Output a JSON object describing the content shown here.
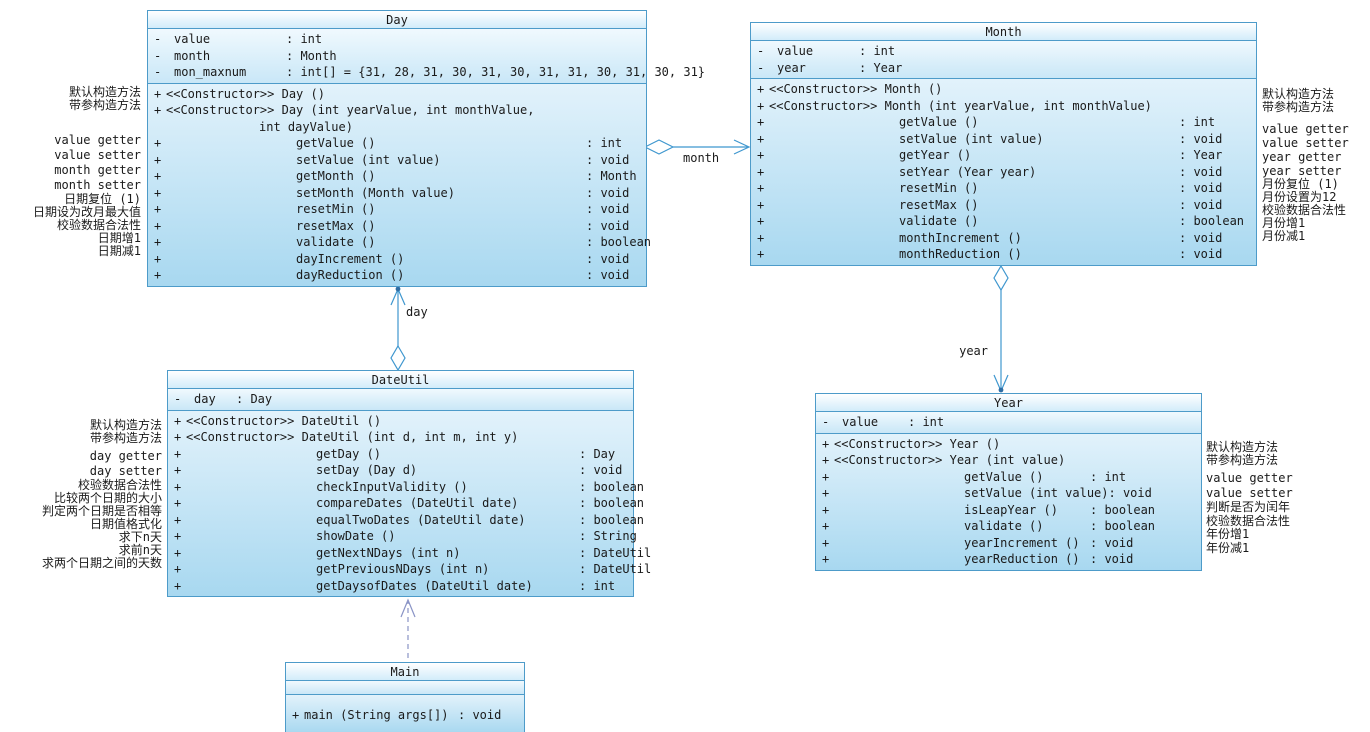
{
  "canvas": {
    "background": "#ffffff",
    "accent": "#4d9bc9",
    "dependency_color": "#8a94c6"
  },
  "classes": {
    "day": {
      "title": "Day",
      "attributes": [
        {
          "v": "-",
          "name": "value",
          "type": ": int",
          "extra": ""
        },
        {
          "v": "-",
          "name": "month",
          "type": ": Month",
          "extra": ""
        },
        {
          "v": "-",
          "name": "mon_maxnum",
          "type": ": int[]",
          "extra": " = {31, 28, 31, 30, 31, 30, 31, 31, 30, 31, 30, 31}"
        }
      ],
      "methods": [
        {
          "v": "+",
          "kind": "c",
          "text": "<<Constructor>> Day ()",
          "ret": ""
        },
        {
          "v": "+",
          "kind": "c",
          "text": "<<Constructor>> Day (int yearValue, int monthValue,",
          "ret": ""
        },
        {
          "v": "",
          "kind": "w",
          "text": "int dayValue)",
          "ret": ""
        },
        {
          "v": "+",
          "kind": "m",
          "text": "getValue ()",
          "ret": ": int"
        },
        {
          "v": "+",
          "kind": "m",
          "text": "setValue (int value)",
          "ret": ": void"
        },
        {
          "v": "+",
          "kind": "m",
          "text": "getMonth ()",
          "ret": ": Month"
        },
        {
          "v": "+",
          "kind": "m",
          "text": "setMonth (Month value)",
          "ret": ": void"
        },
        {
          "v": "+",
          "kind": "m",
          "text": "resetMin ()",
          "ret": ": void"
        },
        {
          "v": "+",
          "kind": "m",
          "text": "resetMax ()",
          "ret": ": void"
        },
        {
          "v": "+",
          "kind": "m",
          "text": "validate ()",
          "ret": ": boolean"
        },
        {
          "v": "+",
          "kind": "m",
          "text": "dayIncrement ()",
          "ret": ": void"
        },
        {
          "v": "+",
          "kind": "m",
          "text": "dayReduction ()",
          "ret": ": void"
        }
      ],
      "left_labels": {
        "g1": [
          "默认构造方法",
          "带参构造方法"
        ],
        "g2": [
          "value getter",
          "value setter",
          "month getter",
          "month setter"
        ],
        "g3": [
          "日期复位 (1)",
          "日期设为改月最大值",
          "校验数据合法性",
          "日期增1",
          "日期减1"
        ]
      }
    },
    "month": {
      "title": "Month",
      "attributes": [
        {
          "v": "-",
          "name": "value",
          "type": ": int",
          "extra": ""
        },
        {
          "v": "-",
          "name": "year",
          "type": ": Year",
          "extra": ""
        }
      ],
      "methods": [
        {
          "v": "+",
          "kind": "c",
          "text": "<<Constructor>> Month ()",
          "ret": ""
        },
        {
          "v": "+",
          "kind": "c",
          "text": "<<Constructor>> Month (int yearValue, int monthValue)",
          "ret": ""
        },
        {
          "v": "+",
          "kind": "m",
          "text": "getValue ()",
          "ret": ": int"
        },
        {
          "v": "+",
          "kind": "m",
          "text": "setValue (int value)",
          "ret": ": void"
        },
        {
          "v": "+",
          "kind": "m",
          "text": "getYear ()",
          "ret": ": Year"
        },
        {
          "v": "+",
          "kind": "m",
          "text": "setYear (Year year)",
          "ret": ": void"
        },
        {
          "v": "+",
          "kind": "m",
          "text": "resetMin ()",
          "ret": ": void"
        },
        {
          "v": "+",
          "kind": "m",
          "text": "resetMax ()",
          "ret": ": void"
        },
        {
          "v": "+",
          "kind": "m",
          "text": "validate ()",
          "ret": ": boolean"
        },
        {
          "v": "+",
          "kind": "m",
          "text": "monthIncrement ()",
          "ret": ": void"
        },
        {
          "v": "+",
          "kind": "m",
          "text": "monthReduction ()",
          "ret": ": void"
        }
      ],
      "right_labels": {
        "g1": [
          "默认构造方法",
          "带参构造方法"
        ],
        "g2": [
          "value getter",
          "value setter",
          "year getter",
          "year setter"
        ],
        "g3": [
          "月份复位 (1)",
          "月份设置为12",
          "校验数据合法性",
          "月份增1",
          "月份减1"
        ]
      }
    },
    "dateutil": {
      "title": "DateUtil",
      "attributes": [
        {
          "v": "-",
          "name": "day",
          "type": ": Day",
          "extra": ""
        }
      ],
      "methods": [
        {
          "v": "+",
          "kind": "c",
          "text": "<<Constructor>> DateUtil ()",
          "ret": ""
        },
        {
          "v": "+",
          "kind": "c",
          "text": "<<Constructor>> DateUtil (int d, int m, int y)",
          "ret": ""
        },
        {
          "v": "+",
          "kind": "m",
          "text": "getDay ()",
          "ret": ": Day"
        },
        {
          "v": "+",
          "kind": "m",
          "text": "setDay (Day d)",
          "ret": ": void"
        },
        {
          "v": "+",
          "kind": "m",
          "text": "checkInputValidity ()",
          "ret": ": boolean"
        },
        {
          "v": "+",
          "kind": "m",
          "text": "compareDates (DateUtil date)",
          "ret": ": boolean"
        },
        {
          "v": "+",
          "kind": "m",
          "text": "equalTwoDates (DateUtil date)",
          "ret": ": boolean"
        },
        {
          "v": "+",
          "kind": "m",
          "text": "showDate ()",
          "ret": ": String"
        },
        {
          "v": "+",
          "kind": "m",
          "text": "getNextNDays (int n)",
          "ret": ": DateUtil"
        },
        {
          "v": "+",
          "kind": "m",
          "text": "getPreviousNDays (int n)",
          "ret": ": DateUtil"
        },
        {
          "v": "+",
          "kind": "m",
          "text": "getDaysofDates (DateUtil date)",
          "ret": ": int"
        }
      ],
      "left_labels": {
        "g1": [
          "默认构造方法",
          "带参构造方法"
        ],
        "g2": [
          "day getter",
          "day setter"
        ],
        "g3": [
          "校验数据合法性",
          "比较两个日期的大小",
          "判定两个日期是否相等",
          "日期值格式化",
          "求下n天",
          "求前n天",
          "求两个日期之间的天数"
        ]
      }
    },
    "year": {
      "title": "Year",
      "attributes": [
        {
          "v": "-",
          "name": "value",
          "type": ": int",
          "extra": ""
        }
      ],
      "methods": [
        {
          "v": "+",
          "kind": "c",
          "text": "<<Constructor>> Year ()",
          "ret": ""
        },
        {
          "v": "+",
          "kind": "c",
          "text": "<<Constructor>> Year (int value)",
          "ret": ""
        },
        {
          "v": "+",
          "kind": "m",
          "text": "getValue ()",
          "ret": ": int"
        },
        {
          "v": "+",
          "kind": "m",
          "text": "setValue (int value)",
          "ret": ": void"
        },
        {
          "v": "+",
          "kind": "m",
          "text": "isLeapYear ()",
          "ret": ": boolean"
        },
        {
          "v": "+",
          "kind": "m",
          "text": "validate ()",
          "ret": ": boolean"
        },
        {
          "v": "+",
          "kind": "m",
          "text": "yearIncrement ()",
          "ret": ": void"
        },
        {
          "v": "+",
          "kind": "m",
          "text": "yearReduction ()",
          "ret": ": void"
        }
      ],
      "right_labels": {
        "g1": [
          "默认构造方法",
          "带参构造方法"
        ],
        "g2": [
          "value getter",
          "value setter"
        ],
        "g3": [
          "判断是否为闰年",
          "校验数据合法性",
          "年份增1",
          "年份减1"
        ]
      }
    },
    "main": {
      "title": "Main",
      "attributes": [],
      "methods": [
        {
          "v": "+",
          "kind": "c",
          "text": "main (String args[])",
          "ret": ": void"
        }
      ]
    }
  },
  "connectors": {
    "month": {
      "label": "month",
      "type": "aggregation",
      "from": "Day",
      "to": "Month"
    },
    "day": {
      "label": "day",
      "type": "aggregation",
      "from": "DateUtil",
      "to": "Day"
    },
    "year": {
      "label": "year",
      "type": "aggregation",
      "from": "Month",
      "to": "Year"
    },
    "main": {
      "label": "",
      "type": "dependency",
      "from": "Main",
      "to": "DateUtil"
    }
  }
}
